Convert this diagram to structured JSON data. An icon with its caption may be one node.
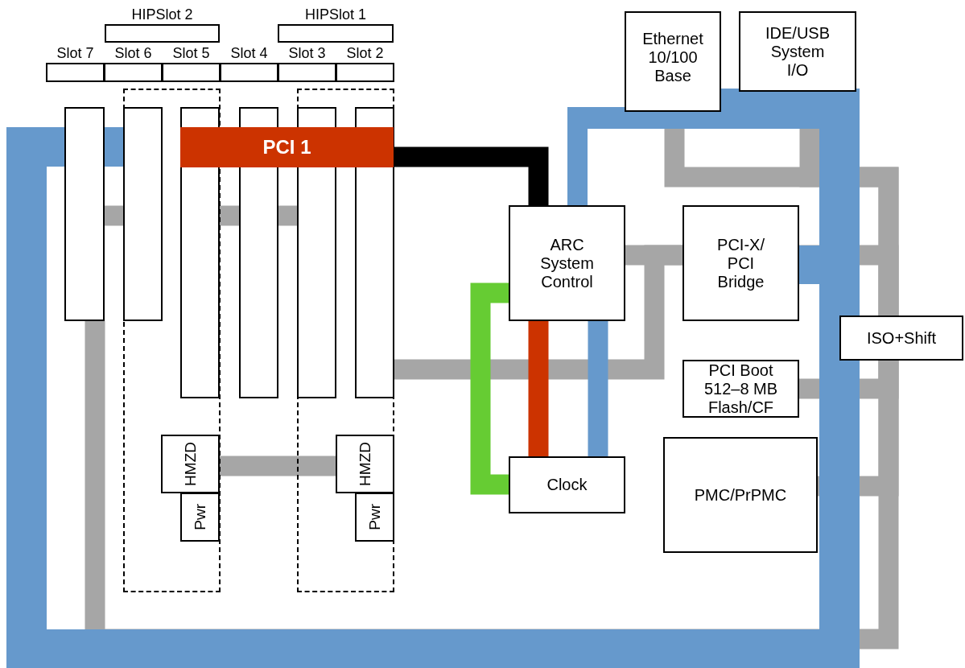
{
  "diagram": {
    "nodes": [
      {
        "text": [
          "HIPSlot 2"
        ]
      },
      {
        "text": [
          "HIPSlot 1"
        ]
      },
      {
        "text": [
          "Slot 7"
        ]
      },
      {
        "text": [
          "Slot 6"
        ]
      },
      {
        "text": [
          "Slot 5"
        ]
      },
      {
        "text": [
          "Slot 4"
        ]
      },
      {
        "text": [
          "Slot 3"
        ]
      },
      {
        "text": [
          "Slot 2"
        ]
      },
      {
        "text": [
          "Ethernet 10/100 Base"
        ]
      },
      {
        "text": [
          "IDE/USB System I/O"
        ]
      },
      {
        "text": [],
        "shape": "box"
      },
      {
        "text": [],
        "shape": "box"
      },
      {
        "text": [],
        "shape": "box"
      },
      {
        "text": [],
        "shape": "box",
        "in": 10
      },
      {
        "text": [],
        "shape": "box",
        "in": 10
      },
      {
        "text": [],
        "shape": "box"
      },
      {
        "text": [],
        "shape": "box",
        "in": 11
      },
      {
        "text": [],
        "shape": "box",
        "in": 11
      },
      {
        "text": [
          "PCI 1"
        ]
      },
      {
        "text": [
          "ARC System Control"
        ]
      },
      {
        "text": [
          "PCI-X/ PCI Bridge"
        ]
      },
      {
        "text": [
          "ISO+Shift"
        ]
      },
      {
        "text": [
          "PCI Boot 512–8 MB Flash/CF"
        ]
      },
      {
        "text": [
          "HMZD"
        ],
        "in": 10
      },
      {
        "text": [
          "HMZD"
        ],
        "in": 11
      },
      {
        "text": [
          "Clock"
        ]
      },
      {
        "text": [
          "PMC/PrPMC"
        ]
      },
      {
        "text": [
          "Pwr"
        ],
        "in": 10
      },
      {
        "text": [
          "Pwr"
        ],
        "in": 11
      }
    ],
    "edges": [
      {
        "from": 18,
        "to": 19,
        "arrow": "none",
        "color": "#000000"
      },
      {
        "from": 19,
        "to": 25,
        "arrow": "none",
        "color": "#66cc33"
      },
      {
        "from": 19,
        "to": 25,
        "arrow": "none",
        "color": "#cc3300"
      },
      {
        "from": 19,
        "to": 25,
        "arrow": "none",
        "color": "#6699cc"
      },
      {
        "from": 23,
        "to": 24,
        "arrow": "none"
      },
      {
        "from": 12,
        "to": 13,
        "arrow": "none"
      },
      {
        "from": 14,
        "to": 15,
        "arrow": "none"
      },
      {
        "from": 15,
        "to": 16,
        "arrow": "none"
      },
      {
        "from": 17,
        "to": 20,
        "arrow": "none"
      },
      {
        "from": 19,
        "to": 20,
        "arrow": "none"
      },
      {
        "from": 20,
        "to": 21,
        "arrow": "none"
      },
      {
        "from": 22,
        "to": 21,
        "arrow": "none"
      },
      {
        "from": 26,
        "to": 21,
        "arrow": "none"
      },
      {
        "from": 12,
        "to": 21,
        "arrow": "none"
      },
      {
        "from": 8,
        "to": 21,
        "arrow": "none"
      },
      {
        "from": 9,
        "to": 21,
        "arrow": "none"
      }
    ]
  }
}
